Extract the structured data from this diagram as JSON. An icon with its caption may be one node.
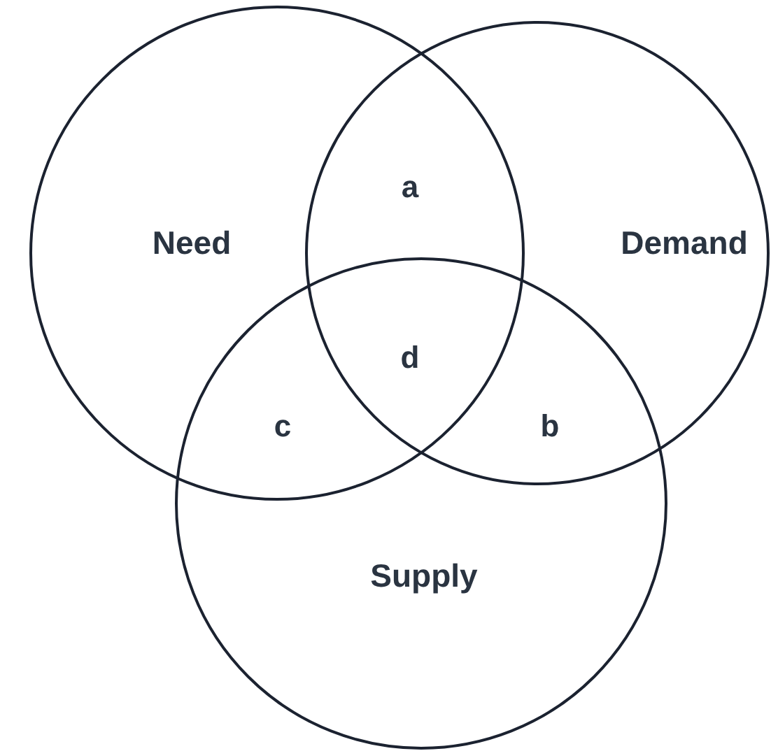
{
  "diagram": {
    "nodes": [
      {
        "text": [
          "Need"
        ]
      },
      {
        "text": [
          "Demand"
        ]
      },
      {
        "text": [
          "Supply"
        ]
      }
    ],
    "labels": [
      "a",
      "d",
      "c",
      "b"
    ]
  }
}
